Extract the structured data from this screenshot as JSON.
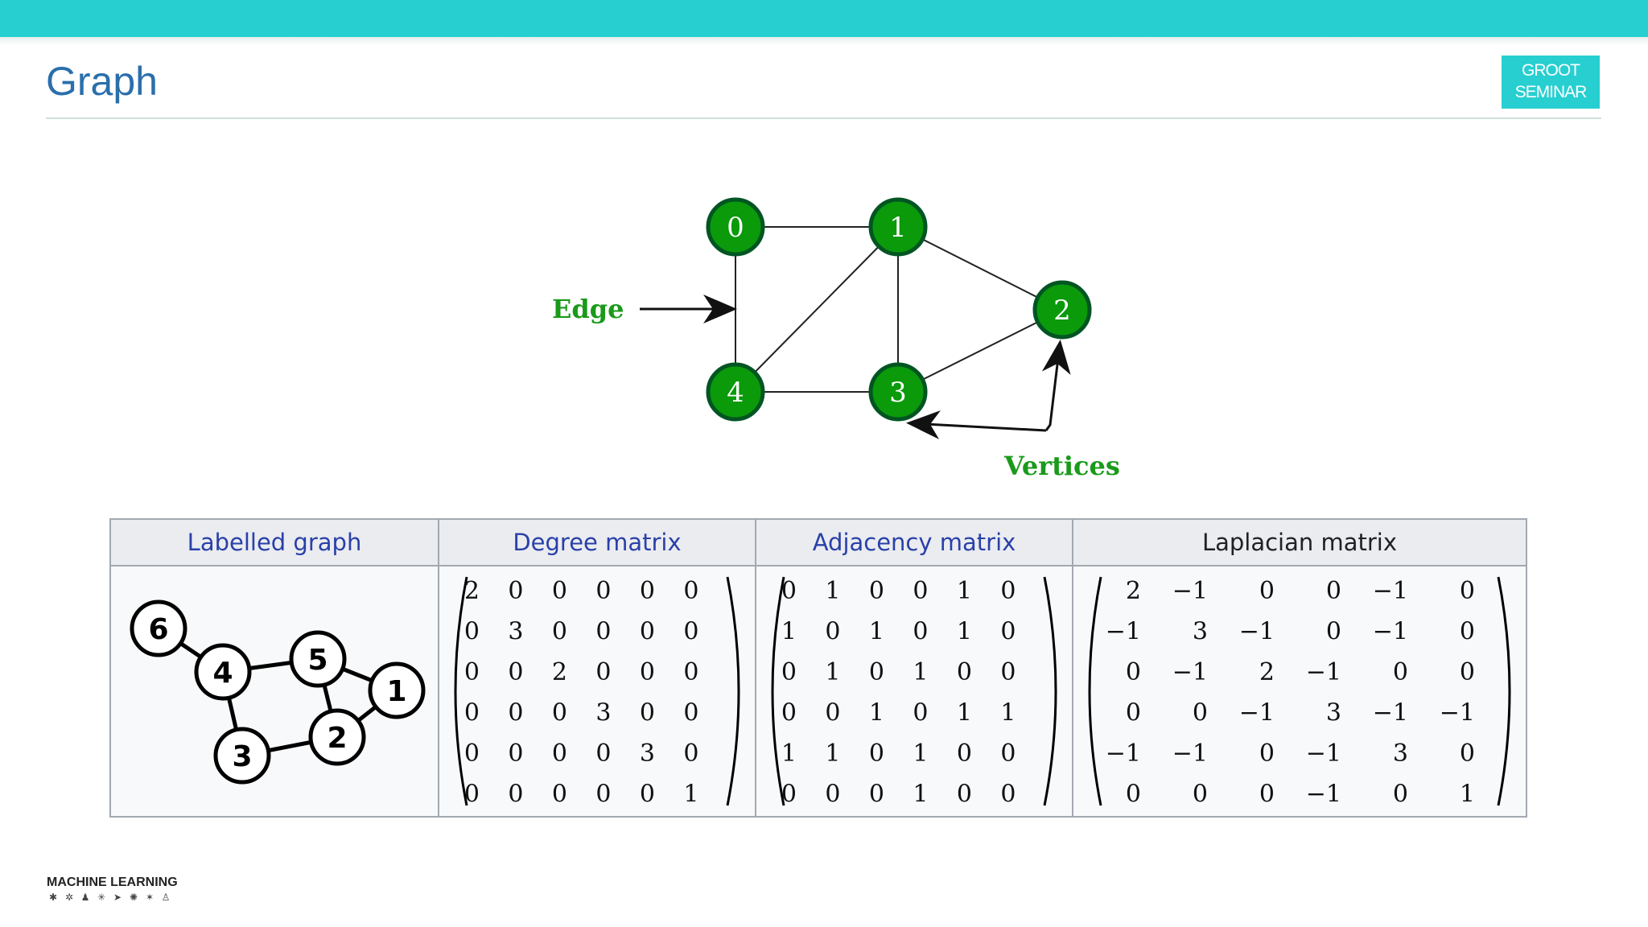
{
  "slide": {
    "title": "Graph"
  },
  "badge": {
    "line1": "GROOT",
    "line2": "SEMINAR"
  },
  "diagram": {
    "edge_label": "Edge",
    "vertices_label": "Vertices",
    "node_color": "#0a9a0a",
    "label_color": "#1a9a1a",
    "nodes": [
      "0",
      "1",
      "2",
      "3",
      "4"
    ],
    "edges": [
      [
        "0",
        "1"
      ],
      [
        "0",
        "4"
      ],
      [
        "1",
        "4"
      ],
      [
        "1",
        "3"
      ],
      [
        "1",
        "2"
      ],
      [
        "4",
        "3"
      ],
      [
        "3",
        "2"
      ]
    ]
  },
  "table": {
    "headers": [
      "Labelled graph",
      "Degree matrix",
      "Adjacency matrix",
      "Laplacian matrix"
    ],
    "labelled_graph": {
      "nodes": [
        "1",
        "2",
        "3",
        "4",
        "5",
        "6"
      ],
      "edges": [
        [
          "6",
          "4"
        ],
        [
          "4",
          "5"
        ],
        [
          "4",
          "3"
        ],
        [
          "5",
          "1"
        ],
        [
          "5",
          "2"
        ],
        [
          "1",
          "2"
        ],
        [
          "2",
          "3"
        ]
      ]
    },
    "degree_matrix": [
      [
        "2",
        "0",
        "0",
        "0",
        "0",
        "0"
      ],
      [
        "0",
        "3",
        "0",
        "0",
        "0",
        "0"
      ],
      [
        "0",
        "0",
        "2",
        "0",
        "0",
        "0"
      ],
      [
        "0",
        "0",
        "0",
        "3",
        "0",
        "0"
      ],
      [
        "0",
        "0",
        "0",
        "0",
        "3",
        "0"
      ],
      [
        "0",
        "0",
        "0",
        "0",
        "0",
        "1"
      ]
    ],
    "adjacency_matrix": [
      [
        "0",
        "1",
        "0",
        "0",
        "1",
        "0"
      ],
      [
        "1",
        "0",
        "1",
        "0",
        "1",
        "0"
      ],
      [
        "0",
        "1",
        "0",
        "1",
        "0",
        "0"
      ],
      [
        "0",
        "0",
        "1",
        "0",
        "1",
        "1"
      ],
      [
        "1",
        "1",
        "0",
        "1",
        "0",
        "0"
      ],
      [
        "0",
        "0",
        "0",
        "1",
        "0",
        "0"
      ]
    ],
    "laplacian_matrix": [
      [
        "2",
        "−1",
        "0",
        "0",
        "−1",
        "0"
      ],
      [
        "−1",
        "3",
        "−1",
        "0",
        "−1",
        "0"
      ],
      [
        "0",
        "−1",
        "2",
        "−1",
        "0",
        "0"
      ],
      [
        "0",
        "0",
        "−1",
        "3",
        "−1",
        "−1"
      ],
      [
        "−1",
        "−1",
        "0",
        "−1",
        "3",
        "0"
      ],
      [
        "0",
        "0",
        "0",
        "−1",
        "0",
        "1"
      ]
    ]
  },
  "logo": {
    "text": "MACHINE LEARNING"
  }
}
